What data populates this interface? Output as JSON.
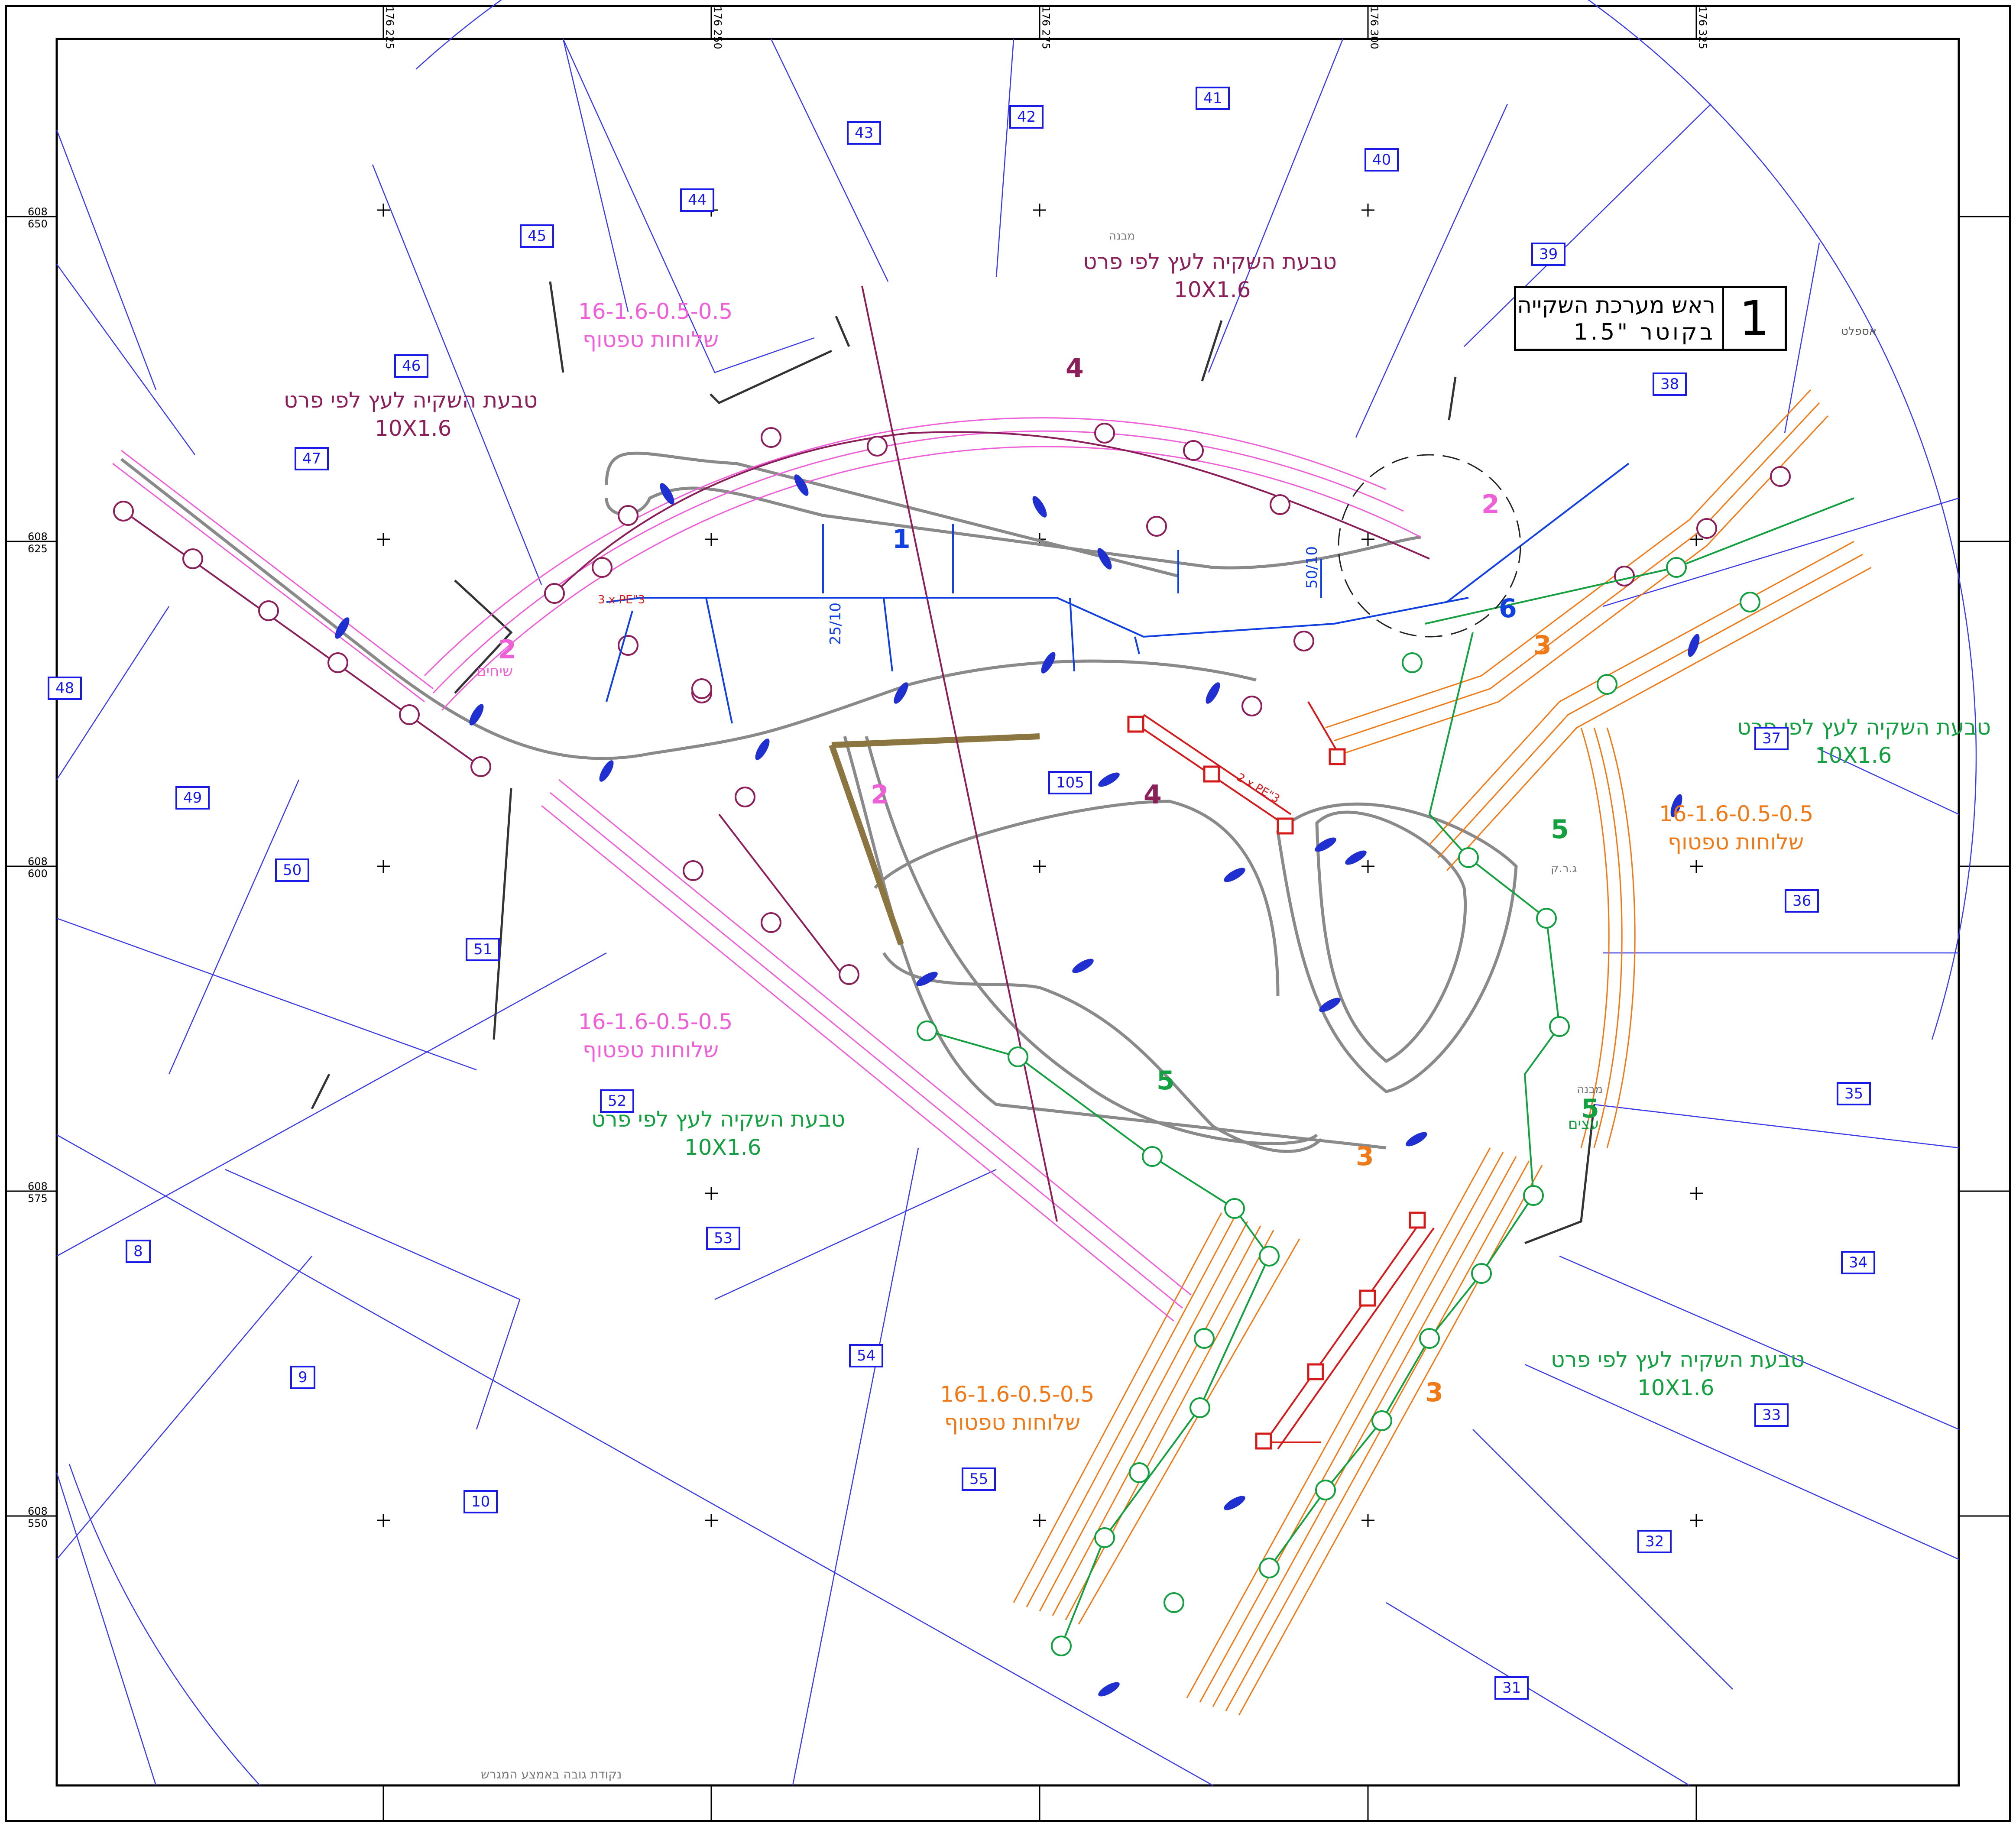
{
  "colors": {
    "parcel": "#1a1ae6",
    "maroon": "#8b1f5a",
    "pink": "#ee5fd8",
    "green": "#14a040",
    "orange": "#f07a18",
    "blue": "#1040e0",
    "red": "#d41a1a",
    "road": "#8a8a8a"
  },
  "header": {
    "number": "1",
    "line1": "ראש מערכת השקייה",
    "line2": "בקוטר \"1.5"
  },
  "annotations": {
    "maroon_top_title": "טבעת השקיה לעץ לפי פרט",
    "maroon_top_size": "10X1.6",
    "maroon_left_title": "טבעת השקיה לעץ לפי פרט",
    "maroon_left_size": "10X1.6",
    "pink_top_code": "16-1.6-0.5-0.5",
    "pink_top_label": "שלוחות טפטוף",
    "pink_mid_code": "16-1.6-0.5-0.5",
    "pink_mid_label": "שלוחות טפטוף",
    "green_left_title": "טבעת השקיה לעץ לפי פרט",
    "green_left_size": "10X1.6",
    "green_right_title": "טבעת השקיה לעץ לפי פרט",
    "green_right_size": "10X1.6",
    "green_bottom_title": "טבעת השקיה לעץ לפי פרט",
    "green_bottom_size": "10X1.6",
    "orange_right_code": "16-1.6-0.5-0.5",
    "orange_right_label": "שלוחות טפטוף",
    "orange_bottom_code": "16-1.6-0.5-0.5",
    "orange_bottom_label": "שלוחות טפטוף"
  },
  "lots": [
    "43",
    "42",
    "41",
    "40",
    "44",
    "45",
    "39",
    "46",
    "38",
    "47",
    "48",
    "49",
    "50",
    "51",
    "37",
    "36",
    "52",
    "35",
    "8",
    "53",
    "34",
    "9",
    "54",
    "33",
    "10",
    "55",
    "32",
    "31",
    "105"
  ],
  "grid": {
    "top_labels": [
      "176 225",
      "176 250",
      "176 275",
      "176 300",
      "176 325"
    ],
    "side_labels": [
      "608 650",
      "608 625",
      "608 600",
      "608 575",
      "608 550"
    ]
  },
  "valve_labels": {
    "v1": "1",
    "v4a": "4",
    "v4b": "4",
    "v2a": "2",
    "v2b": "2",
    "v2c": "2",
    "v3a": "3",
    "v3b": "3",
    "v3c": "3",
    "v5a": "5",
    "v5b": "5",
    "v5c": "5",
    "v6": "6",
    "pipe_a": "25/10",
    "pipe_b": "50/10",
    "pipe_c": "3 x PE\"3",
    "pipe_d": "2 x PE\"3",
    "lbl_trees": "עצים",
    "lbl_shrubs": "שיחים"
  },
  "misc_text": {
    "structure": "מבנה",
    "note": "נקודת גובה באמצע המגרש",
    "hedge": "ג.ר.ק",
    "asphalt": "אספלט"
  }
}
